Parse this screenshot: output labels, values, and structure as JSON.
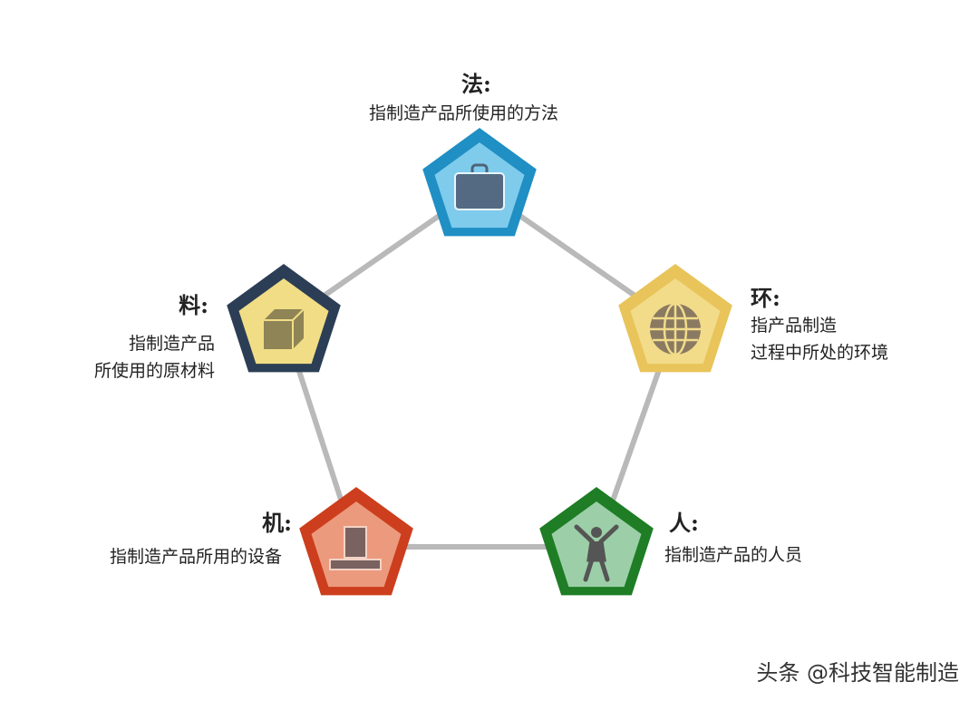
{
  "nodes": [
    {
      "id": "fa",
      "title": "法:",
      "desc": [
        "指制造产品所使用的方法"
      ],
      "icon": "briefcase-icon",
      "border": "#1f8fc4",
      "fill": "#7fcbec"
    },
    {
      "id": "huan",
      "title": "环:",
      "desc": [
        "指产品制造",
        "过程中所处的环境"
      ],
      "icon": "globe-icon",
      "border": "#e8c45a",
      "fill": "#f2dc8a"
    },
    {
      "id": "ren",
      "title": "人:",
      "desc": [
        "指制造产品的人员"
      ],
      "icon": "person-icon",
      "border": "#1e7d25",
      "fill": "#9ccfa8"
    },
    {
      "id": "ji",
      "title": "机:",
      "desc": [
        "指制造产品所用的设备"
      ],
      "icon": "computer-icon",
      "border": "#cc3e1d",
      "fill": "#ec9a7e"
    },
    {
      "id": "liao",
      "title": "料:",
      "desc": [
        "指制造产品",
        "所使用的原材料"
      ],
      "icon": "box-icon",
      "border": "#2c3e55",
      "fill": "#f1dd85"
    }
  ],
  "edge_color": "#b9b9b9",
  "watermark": "头条 @科技智能制造"
}
